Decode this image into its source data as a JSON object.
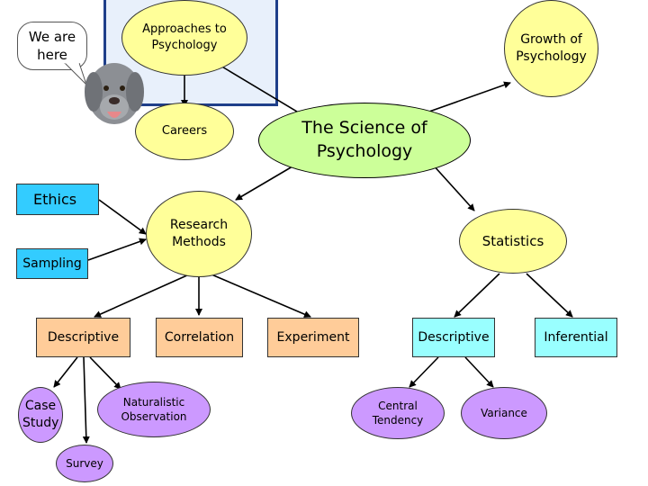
{
  "bubble": {
    "text": "We are here"
  },
  "central": {
    "label": "The Science of Psychology"
  },
  "approaches": {
    "label": "Approaches to Psychology"
  },
  "growth": {
    "label": "Growth of Psychology"
  },
  "careers": {
    "label": "Careers"
  },
  "ethics": {
    "label": "Ethics"
  },
  "sampling": {
    "label": "Sampling"
  },
  "research_methods": {
    "label": "Research Methods"
  },
  "statistics": {
    "label": "Statistics"
  },
  "methods": {
    "descriptive": "Descriptive",
    "correlation": "Correlation",
    "experiment": "Experiment"
  },
  "stat_types": {
    "descriptive": "Descriptive",
    "inferential": "Inferential"
  },
  "descriptive_children": {
    "case_study": "Case Study",
    "naturalistic": "Naturalistic Observation",
    "survey": "Survey"
  },
  "stat_children": {
    "central_tendency": "Central Tendency",
    "variance": "Variance"
  },
  "colors": {
    "ellipse_yellow": "#ffff99",
    "central_green": "#ccff99",
    "method_peach": "#ffcc99",
    "stat_cyan": "#99ffff",
    "leaf_violet": "#cc99ff",
    "box_blue": "#33ccff",
    "frame_border": "#1f3f8a"
  }
}
